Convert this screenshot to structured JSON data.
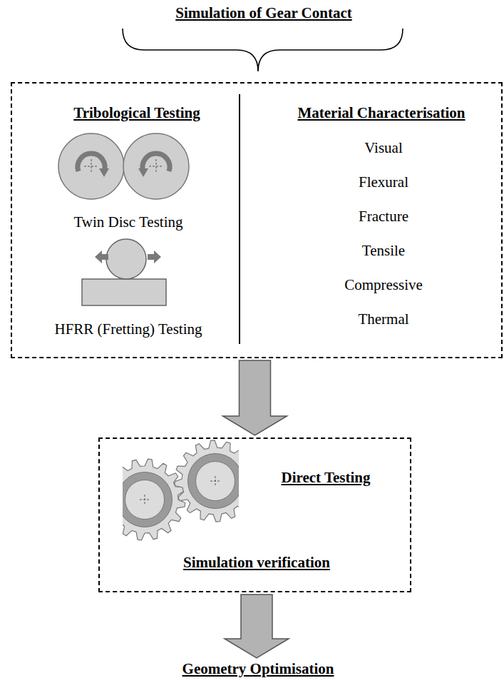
{
  "diagram": {
    "title": "Simulation of Gear Contact",
    "nodes": [
      {
        "text": [
          "Tribological Testing",
          "Twin Disc Testing",
          "HFRR (Fretting) Testing",
          "Material Characterisation",
          "Visual",
          "Flexural",
          "Fracture",
          "Tensile",
          "Compressive",
          "Thermal"
        ]
      },
      {
        "text": [
          "Direct Testing",
          "Simulation verification"
        ]
      },
      {
        "text": [
          "Geometry Optimisation"
        ]
      }
    ],
    "edges": [
      {
        "from": 0,
        "to": 1,
        "arrow": "to"
      },
      {
        "from": 1,
        "to": 2,
        "arrow": "to"
      }
    ]
  }
}
